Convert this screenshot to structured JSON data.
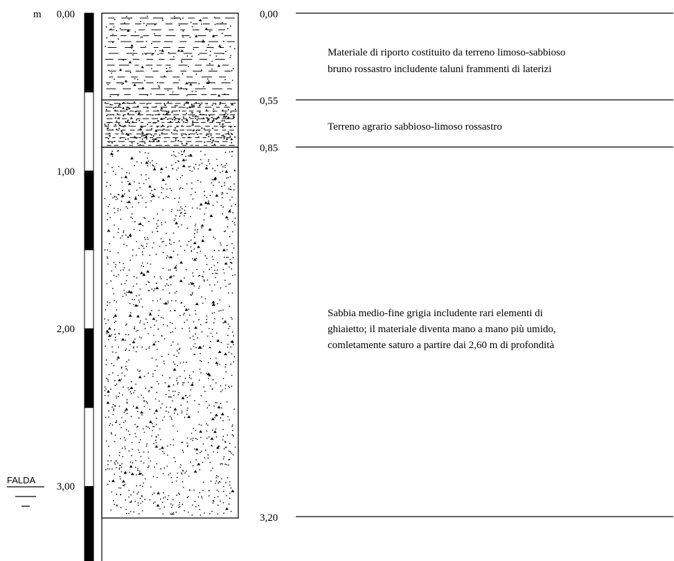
{
  "scale": {
    "unit": "m",
    "ticks": [
      {
        "depth": 0.0,
        "label": "0,00"
      },
      {
        "depth": 1.0,
        "label": "1,00"
      },
      {
        "depth": 2.0,
        "label": "2,00"
      },
      {
        "depth": 3.0,
        "label": "3,00"
      }
    ],
    "max_depth": 3.5
  },
  "water_table": {
    "label": "FALDA",
    "depth": 3.0
  },
  "layers": [
    {
      "top": 0.0,
      "bottom": 0.55,
      "top_label": "0,00",
      "bottom_label": "0,55",
      "pattern": "silty-sand-fill",
      "description": [
        "Materiale di riporto costituito da terreno limoso-sabbioso",
        "bruno rossastro includente taluni frammenti di laterizi"
      ]
    },
    {
      "top": 0.55,
      "bottom": 0.85,
      "top_label": "0,55",
      "bottom_label": "0,85",
      "pattern": "dense-sandy-silt",
      "description": [
        "Terreno agrario sabbioso-limoso rossastro"
      ]
    },
    {
      "top": 0.85,
      "bottom": 3.2,
      "top_label": "0,85",
      "bottom_label": "3,20",
      "pattern": "sand-with-gravel",
      "description": [
        "Sabbia medio-fine grigia includente rari elementi di",
        "ghiaietto; il materiale diventa mano a mano più umido,",
        "comletamente saturo a partire dai 2,60 m di profondità"
      ]
    }
  ],
  "colors": {
    "ink": "#000000",
    "paper": "#ffffff"
  }
}
